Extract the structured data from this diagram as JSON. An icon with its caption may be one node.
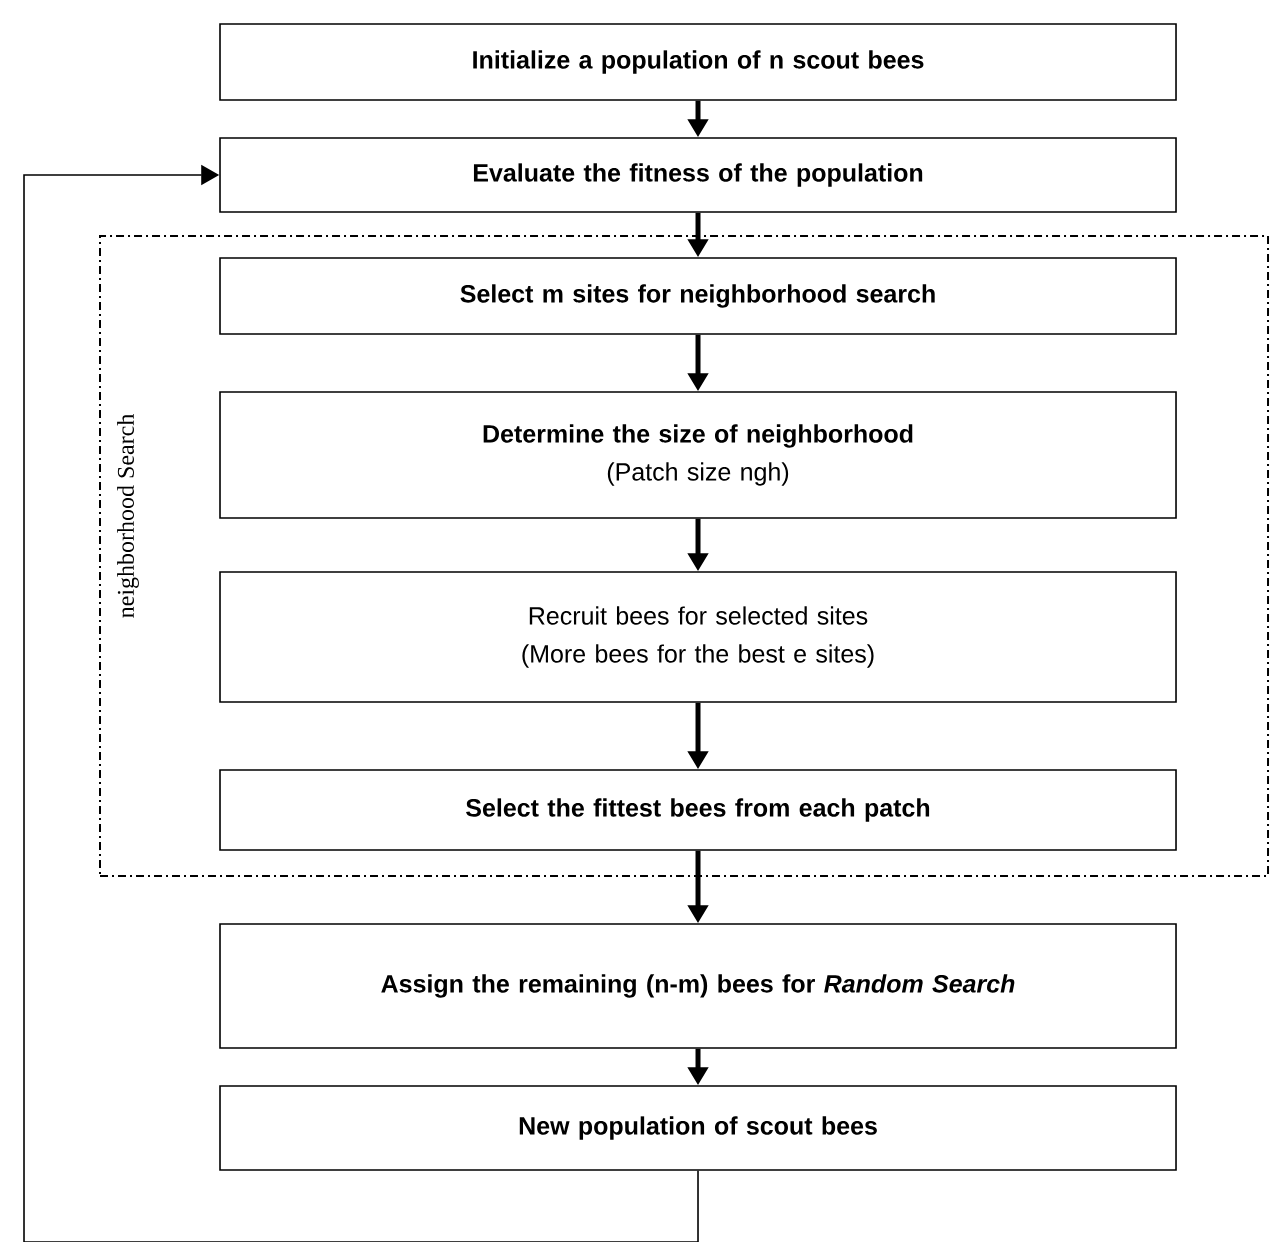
{
  "diagram": {
    "nodes": [
      {
        "text": [
          "Initialize a population of n scout bees"
        ]
      },
      {
        "text": [
          "Evaluate the fitness of the population"
        ]
      },
      {
        "text": [
          "neighborhood Search"
        ]
      },
      {
        "text": [
          "Select m sites for neighborhood search"
        ],
        "in": 2
      },
      {
        "text": [
          "Determine the size of neighborhood",
          "(Patch size ngh)"
        ],
        "in": 2
      },
      {
        "text": [
          "Recruit bees for selected sites",
          "(More bees for the best e sites)"
        ],
        "in": 2
      },
      {
        "text": [
          "Select the fittest bees from each patch"
        ],
        "in": 2
      },
      {
        "text": [
          "Assign the remaining (n-m) bees for *Random Search*"
        ]
      },
      {
        "text": [
          "New population of scout bees"
        ]
      }
    ],
    "edges": [
      {
        "from": 0,
        "to": 1,
        "arrow": "to"
      },
      {
        "from": 1,
        "to": 3,
        "arrow": "to"
      },
      {
        "from": 3,
        "to": 4,
        "arrow": "to"
      },
      {
        "from": 4,
        "to": 5,
        "arrow": "to"
      },
      {
        "from": 5,
        "to": 6,
        "arrow": "to"
      },
      {
        "from": 6,
        "to": 7,
        "arrow": "to"
      },
      {
        "from": 7,
        "to": 8,
        "arrow": "to"
      },
      {
        "from": 8,
        "to": 1,
        "arrow": "to"
      }
    ]
  }
}
